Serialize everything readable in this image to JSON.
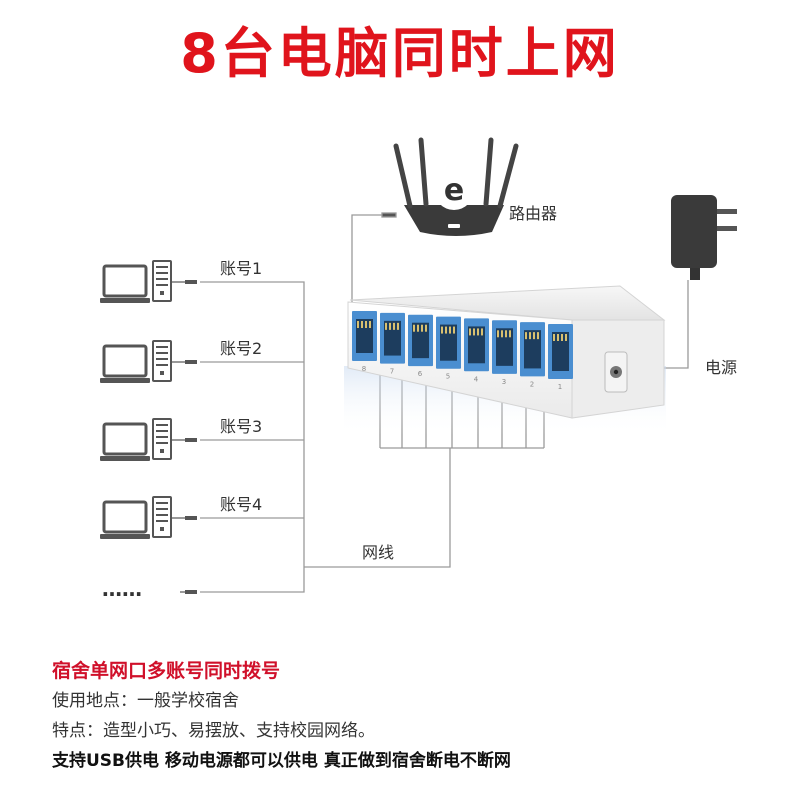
{
  "title": "8台电脑同时上网",
  "colors": {
    "title": "#e0141c",
    "highlight": "#d0102a",
    "wire": "#9a9a9a",
    "port": "#4a8ed0",
    "device": "#555555"
  },
  "diagram": {
    "router_label": "路由器",
    "router_logo": "e",
    "power_label": "电源",
    "cable_label": "网线",
    "accounts": [
      "账号1",
      "账号2",
      "账号3",
      "账号4"
    ],
    "more": "……",
    "port_numbers": [
      "8",
      "7",
      "6",
      "5",
      "4",
      "3",
      "2",
      "1"
    ],
    "icons": [
      "router-icon",
      "power-adapter-icon",
      "network-switch-icon",
      "monitor-icon",
      "pc-tower-icon"
    ]
  },
  "info": {
    "highlight": "宿舍单网口多账号同时拨号",
    "usage": "使用地点：一般学校宿舍",
    "features": "特点：造型小巧、易摆放、支持校园网络。",
    "power": "支持USB供电 移动电源都可以供电 真正做到宿舍断电不断网"
  }
}
